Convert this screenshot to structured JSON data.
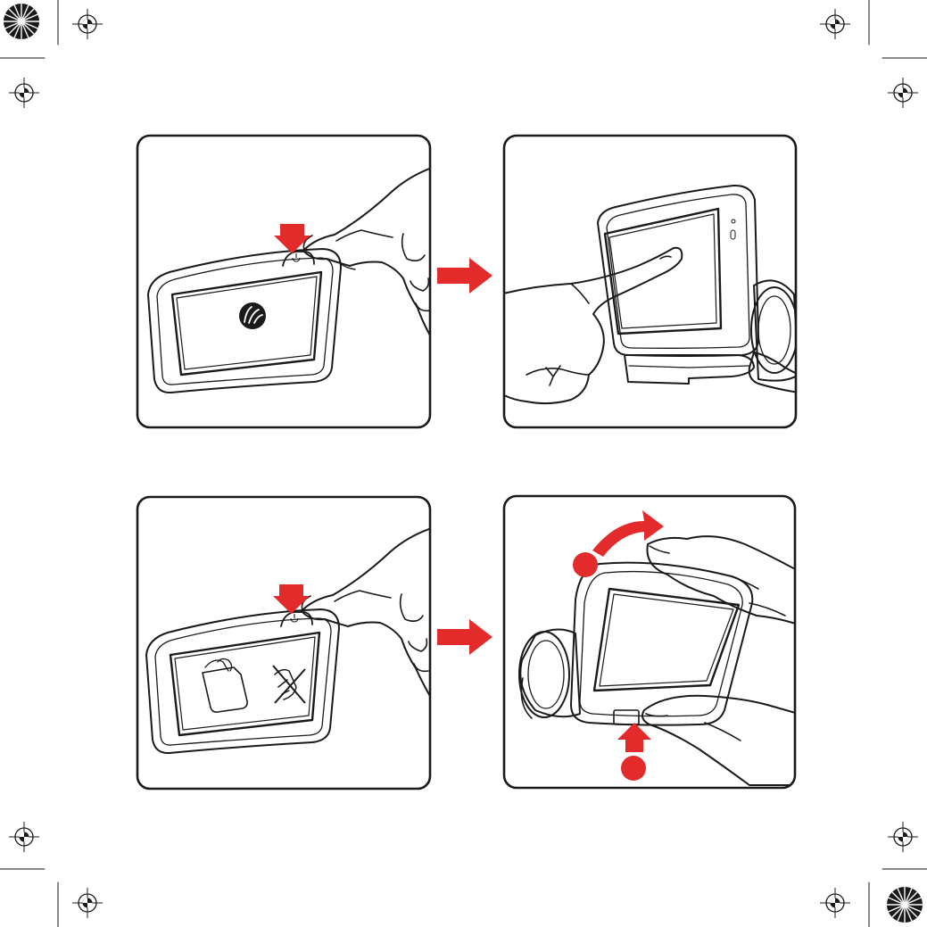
{
  "colors": {
    "accent": "#e42b2b",
    "ink": "#1a1a1a",
    "paper": "#ffffff"
  },
  "icons": {
    "registration_mark": "crosshair-target-icon",
    "power_button": "power-icon",
    "brand_logo": "tomtom-hands-logo-icon",
    "flow_arrow": "arrow-right-icon"
  },
  "panels": [
    {
      "id": "press-power-button",
      "step_markers": []
    },
    {
      "id": "touch-screen",
      "step_markers": []
    },
    {
      "id": "press-power-off",
      "step_markers": []
    },
    {
      "id": "release-from-mount",
      "step_markers": [
        "",
        ""
      ]
    }
  ]
}
